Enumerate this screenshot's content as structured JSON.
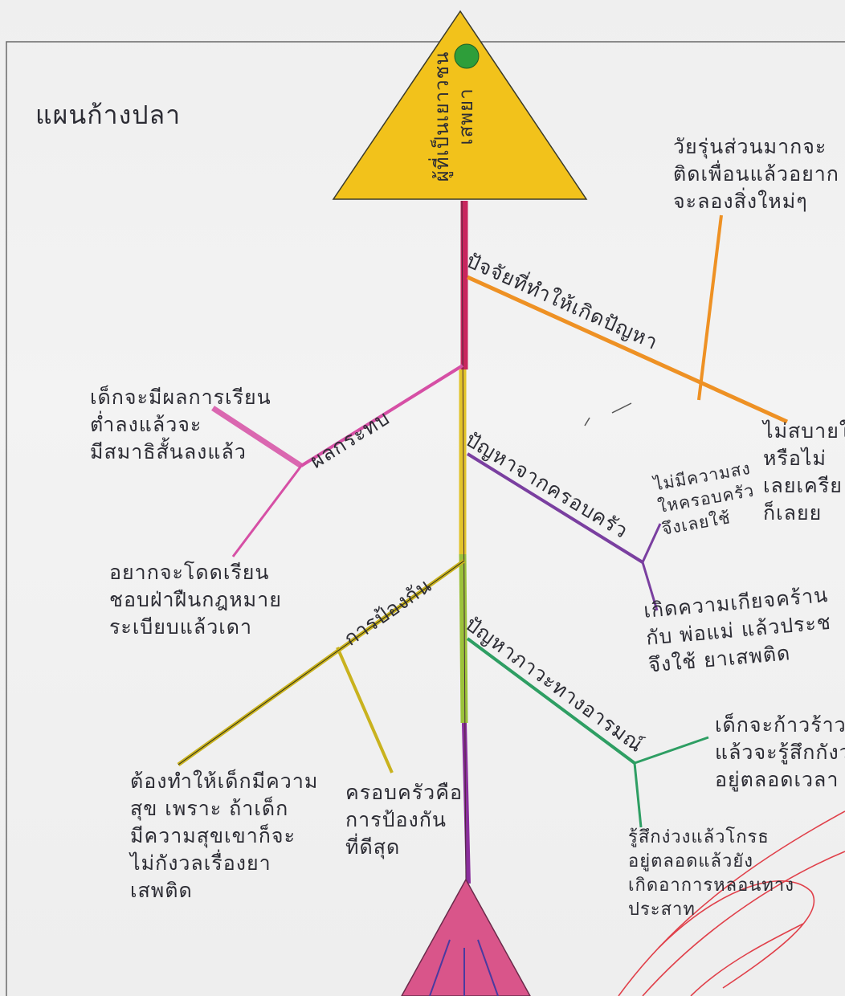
{
  "title": "แผนก้างปลา",
  "head": {
    "lines": [
      "ผู้ที่เป็นเยาวชน",
      "เสพยา"
    ],
    "color": "#f2c21b",
    "dot_color": "#2e9e3a"
  },
  "tail": {
    "color": "#d9558a"
  },
  "spine_colors": [
    "#c8265e",
    "#e2c42a",
    "#9bc23a",
    "#8a2e9c"
  ],
  "branches": {
    "causes": {
      "label": "ปัจจัยที่ทำให้เกิดปัญหา",
      "color": "#ee9124",
      "notes": {
        "friends": [
          "วัยรุ่นส่วนมากจะ",
          "ติดเพื่อนแล้วอยาก",
          "จะลองสิ่งใหม่ๆ"
        ],
        "unwell": [
          "ไม่สบายใ",
          "หรือไม่",
          "เลยเครีย",
          "ก็เลยย"
        ]
      }
    },
    "family": {
      "label": "ปัญหาจากครอบครัว",
      "color": "#7a3fa0",
      "notes": {
        "no_attention": [
          "ไม่มีความสง",
          "ใหครอบครัว",
          "จึงเลยใช้"
        ],
        "stress": [
          "เกิดความเกียจคร้าน",
          "กับ พ่อแม่ แล้วประช",
          "จึงใช้ ยาเสพติด"
        ]
      }
    },
    "emotion": {
      "label": "ปัญหาภาวะทางอารมณ์",
      "color": "#2e9e63",
      "notes": {
        "aggressive": [
          "เด็กจะก้าวร้าวขึ้",
          "แล้วจะรู้สึกกังว",
          "อยู่ตลอดเวลา"
        ],
        "hallucinate": [
          "รู้สึกง่วงแล้วโกรธ",
          "อยู่ตลอดแล้วยัง",
          "เกิดอาการหลอนทาง",
          "ประสาท"
        ]
      }
    },
    "effects": {
      "label": "ผลกระทบ",
      "color": "#d64fa5",
      "notes": {
        "grades": [
          "เด็กจะมีผลการเรียน",
          "ต่ำลงแล้วจะ",
          "มีสมาธิสั้นลงแล้ว"
        ],
        "skip_school": [
          "อยากจะโดดเรียน",
          "ชอบฝ่าฝืนกฎหมาย",
          "ระเบียบแล้วเดา"
        ]
      }
    },
    "prevention": {
      "label": "การป้องกัน",
      "color": "#c9b21e",
      "notes": {
        "happiness": [
          "ต้องทำให้เด็กมีความ",
          "สุข เพราะ ถ้าเด็ก",
          "มีความสุขเขาก็จะ",
          "ไม่กังวลเรื่องยา",
          "เสพติด"
        ],
        "family_best": [
          "ครอบครัวคือ",
          "การป้องกัน",
          "ที่ดีสุด"
        ]
      }
    }
  },
  "marks_color": "#e0404a"
}
